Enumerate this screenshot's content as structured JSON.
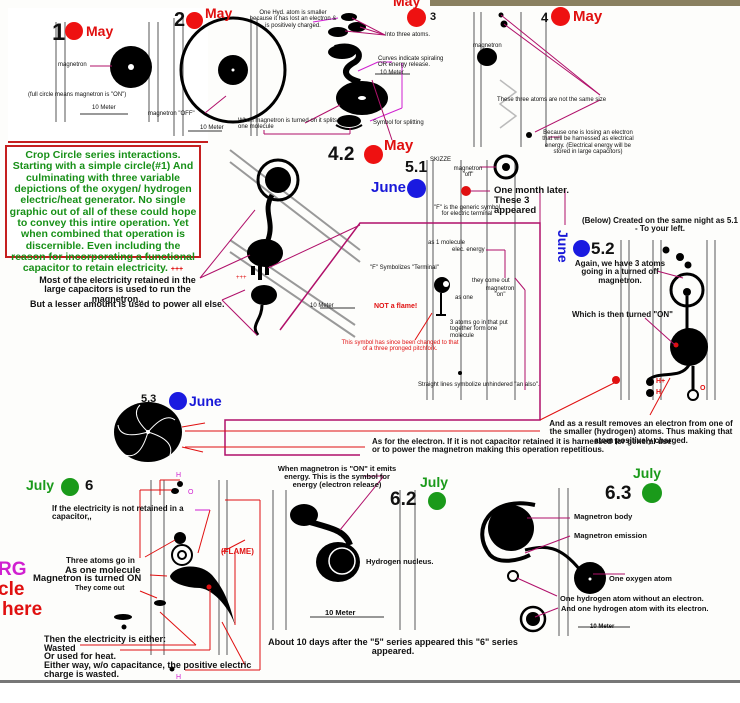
{
  "title_banner": {
    "text": "Crop Circle series interactions. Starting with a simple circle(#1) And culminating with three variable depictions of the oxygen/ hydrogen electric/heat generator. No single graphic out of all of these could hope to convey this intire operation. Yet when combined that operation is discernible. Even including the reason for incorporating a functional capacitor to retain electricity.",
    "suffix": "+++"
  },
  "colors": {
    "may": "#ee1111",
    "june": "#1a1ae0",
    "july": "#1a9a1a",
    "connector": "#b0106a",
    "magenta": "#d020d0",
    "border": "#c51f1f"
  },
  "panels": [
    {
      "id": "1",
      "month": "May",
      "labels": [
        "magnetron",
        "(full circle means magnetron is \"ON\")",
        "10 Meter"
      ]
    },
    {
      "id": "2",
      "month": "May",
      "labels": [
        "magnetron \"OFF\"",
        "10 Meter"
      ]
    },
    {
      "id": "3",
      "month": "May",
      "labels": [
        "One Hyd. atom is smaller because it has lost an electron & is positively charged.",
        "Into three atoms.",
        "Curves indicate spiraling OR energy release.",
        "10 Meter",
        "When magnetron is turned on it splits one molecule",
        "Symbol for splitting"
      ]
    },
    {
      "id": "4",
      "month": "May",
      "labels": [
        "magnetron",
        "These three atoms are not the same size",
        "Because one is losing an electron that will be harnessed as electrical energy. (Electrical energy will be stored in large capacitors)"
      ]
    },
    {
      "id": "4.2",
      "month": "May",
      "labels": [
        "+++",
        "10 Meter"
      ]
    },
    {
      "id": "5.1",
      "month": "June",
      "labels": [
        "SKIZZE",
        "magnetron \"off\"",
        "One month later. These 3 appeared",
        "\"F\" is the generic symbol for electric terminal",
        "as 1 molecule",
        "elec. energy",
        "\"F\" Symbolizes \"Terminal\"",
        "they come out",
        "magnetron \"on\"",
        "as one",
        "NOT a flame!",
        "3 atoms go in that put together form one molecule",
        "This symbol has since been changed to that of a three pronged pitchfork.",
        "Straight lines symbolize unhindered \"an also\"."
      ]
    },
    {
      "id": "5.2",
      "month": "June",
      "labels": [
        "(Below) Created on the same night as 5.1 - To your left.",
        "Again, we have 3 atoms going in a turned off magnetron.",
        "Which is then turned \"ON\"",
        "H+",
        "H",
        "O",
        "And as a result removes an electron from one of the smaller (hydrogen) atoms. Thus making that atom positively charged."
      ]
    },
    {
      "id": "5.3",
      "month": "June",
      "labels": []
    },
    {
      "id": "6",
      "month": "July",
      "labels": [
        "H",
        "O",
        "If the electricity is not retained in a capacitor,,",
        "Three atoms go in",
        "As one molecule",
        "Magnetron is turned ON",
        "They come out",
        "(FLAME)",
        "Then the electricity is either:",
        "Wasted",
        "Or used for heat.",
        "Either way, w/o capacitance, the positive electric charge is wasted.",
        "H"
      ]
    },
    {
      "id": "6.2",
      "month": "July",
      "labels": [
        "When magnetron is \"ON\" it emits energy. This is the symbol for energy (electron release)",
        "Hydrogen nucleus.",
        "10 Meter"
      ]
    },
    {
      "id": "6.3",
      "month": "July",
      "labels": [
        "Magnetron body",
        "Magnetron emission",
        "One oxygen atom",
        "One hydrogen atom without an electron.",
        "And one hydrogen atom with its electron.",
        "10 Meter"
      ]
    }
  ],
  "notes": {
    "capacitor_note": "Most of the electricity retained in the large capacitors is used to run the magnetron..",
    "capacitor_note_2": "But a lesser amount is used to power all else.",
    "electron_note": "As for the electron. If it is not capacitor retained it is harnessed for general use or to power the magnetron making this operation repetitious.",
    "series_note": "About 10 days after the \"5\" series appeared this \"6\" series appeared.",
    "side_fragment_1": "RG",
    "side_fragment_2": "cle",
    "side_fragment_3": "here"
  }
}
